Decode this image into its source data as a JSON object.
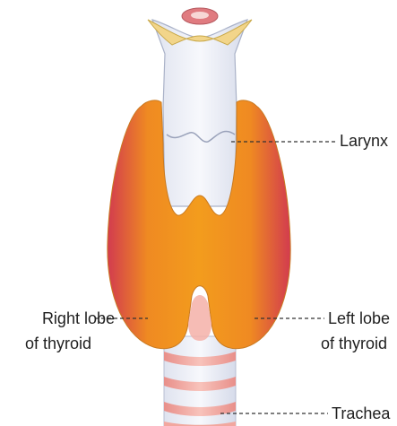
{
  "labels": {
    "larynx": "Larynx",
    "right_lobe_line1": "Right lobe",
    "right_lobe_line2": "of thyroid",
    "left_lobe_line1": "Left lobe",
    "left_lobe_line2": "of thyroid",
    "trachea": "Trachea"
  },
  "colors": {
    "gland_orange": "#f29a1e",
    "gland_red": "#d8344a",
    "cartilage": "#e6eaf4",
    "cartilage_shade": "#c9cfe0",
    "ring_pink": "#f4b0a8",
    "epiglottis_yellow": "#f2d58a",
    "leader_line": "#333333"
  }
}
